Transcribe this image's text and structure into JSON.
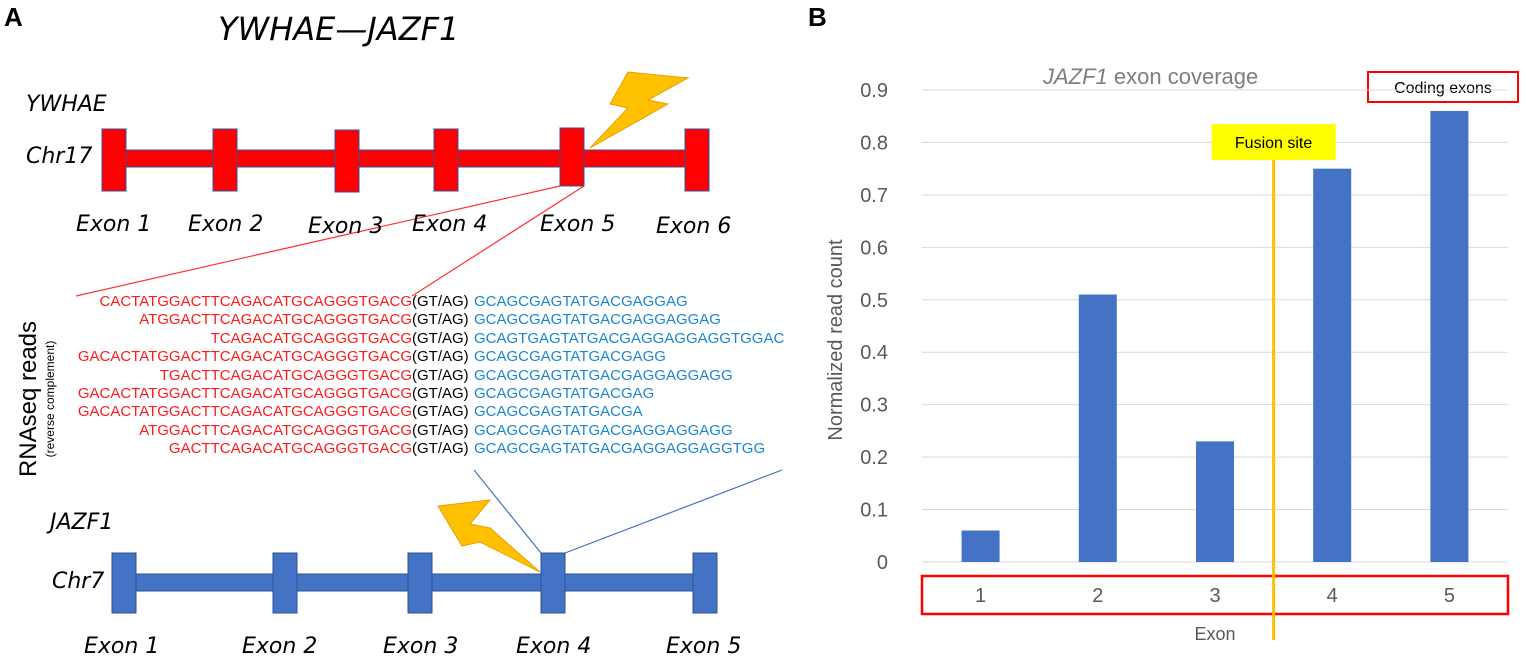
{
  "panel_a": {
    "letter": "A",
    "title": "YWHAE—JAZF1",
    "gene1": {
      "name": "YWHAE",
      "chromosome": "Chr17",
      "exons": [
        "Exon 1",
        "Exon 2",
        "Exon 3",
        "Exon 4",
        "Exon 5",
        "Exon 6"
      ],
      "color": "#ff0000"
    },
    "gene2": {
      "name": "JAZF1",
      "chromosome": "Chr7",
      "exons": [
        "Exon 1",
        "Exon 2",
        "Exon 3",
        "Exon 4",
        "Exon 5"
      ],
      "color": "#4472c4"
    },
    "reads_label": "RNAseq reads",
    "reads_sublabel": "(reverse complement)",
    "junction_text": "(GT/AG)",
    "reads": [
      {
        "left": "CACTATGGACTTCAGACATGCAGGGTGACG",
        "right": "GCAGCGAGTATGACGAGGAG"
      },
      {
        "left": "ATGGACTTCAGACATGCAGGGTGACG",
        "right": "GCAGCGAGTATGACGAGGAGGAG"
      },
      {
        "left": "TCAGACATGCAGGGTGACG",
        "right": "GCAGTGAGTATGACGAGGAGGAGGTGGAC"
      },
      {
        "left": "GACACTATGGACTTCAGACATGCAGGGTGACG",
        "right": "GCAGCGAGTATGACGAGG"
      },
      {
        "left": "TGACTTCAGACATGCAGGGTGACG",
        "right": "GCAGCGAGTATGACGAGGAGGAGG"
      },
      {
        "left": "GACACTATGGACTTCAGACATGCAGGGTGACG",
        "right": "GCAGCGAGTATGACGAG"
      },
      {
        "left": "GACACTATGGACTTCAGACATGCAGGGTGACG",
        "right": "GCAGCGAGTATGACGA"
      },
      {
        "left": "ATGGACTTCAGACATGCAGGGTGACG",
        "right": "GCAGCGAGTATGACGAGGAGGAGG"
      },
      {
        "left": "GACTTCAGACATGCAGGGTGACG",
        "right": "GCAGCGAGTATGACGAGGAGGAGGTGG"
      }
    ]
  },
  "panel_b": {
    "letter": "B"
  },
  "chart_data": {
    "type": "bar",
    "title_italic": "JAZF1",
    "title_rest": " exon coverage",
    "xlabel": "Exon",
    "ylabel": "Normalized read count",
    "categories": [
      "1",
      "2",
      "3",
      "4",
      "5"
    ],
    "values": [
      0.06,
      0.51,
      0.23,
      0.75,
      0.86
    ],
    "ylim": [
      0,
      0.9
    ],
    "yticks": [
      "0",
      "0.1",
      "0.2",
      "0.3",
      "0.4",
      "0.5",
      "0.6",
      "0.7",
      "0.8",
      "0.9"
    ],
    "grid": true,
    "bar_color": "#4472c4",
    "fusion_label": "Fusion site",
    "fusion_position": 3.5,
    "fusion_color": "#ffc000",
    "fusion_label_bg": "#ffff00",
    "legend_text": "Coding exons",
    "legend_placement": "top-right",
    "highlight_color": "#ff0000"
  }
}
